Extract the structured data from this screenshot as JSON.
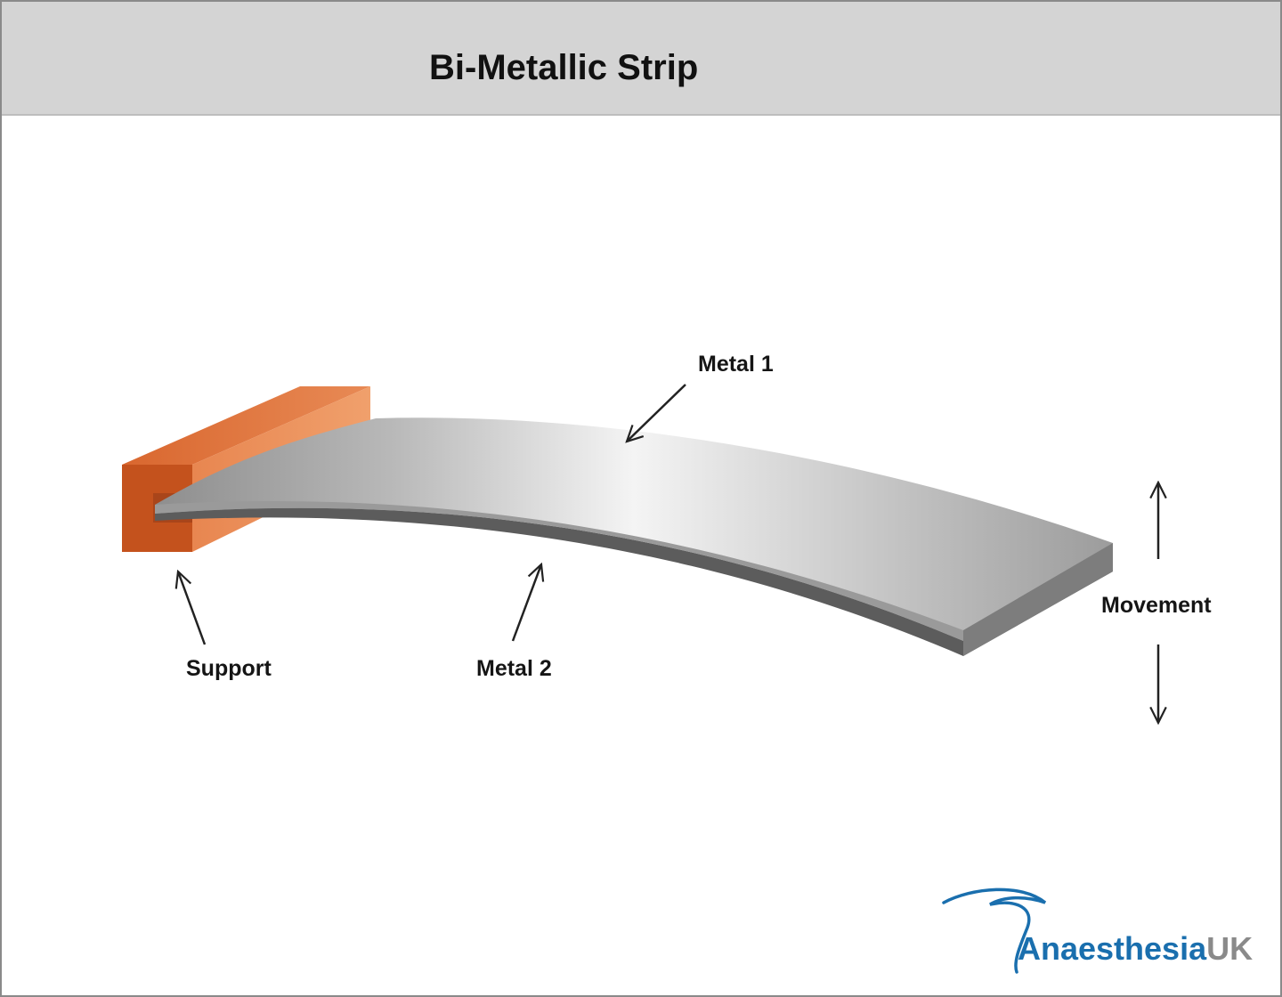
{
  "title": "Bi-Metallic Strip",
  "labels": {
    "metal1": "Metal 1",
    "metal2": "Metal 2",
    "support": "Support",
    "movement": "Movement"
  },
  "logo": {
    "text_main": "Anaesthesia",
    "text_suffix": "UK"
  },
  "colors": {
    "support": "#c9531f",
    "metal1": "#c4c4c4",
    "metal2": "#5c5c5c",
    "logo_main": "#1a6fae",
    "logo_suffix": "#8a8a8a"
  }
}
